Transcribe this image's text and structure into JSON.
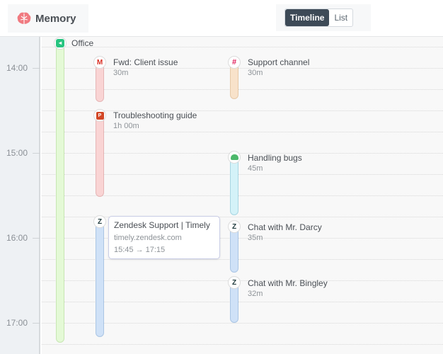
{
  "header": {
    "app_title": "Memory",
    "app_icon": "brain-icon",
    "view_toggle": {
      "options": [
        "Timeline",
        "List"
      ],
      "selected": "Timeline"
    }
  },
  "timeline": {
    "hours": [
      "14:00",
      "15:00",
      "16:00",
      "17:00"
    ],
    "entries": [
      {
        "title": "Office",
        "duration": "",
        "icon": "location-arrow-icon",
        "color": "#e4f9d6"
      },
      {
        "title": "Fwd: Client issue",
        "duration": "30m",
        "icon": "gmail-icon",
        "color": "#f9d4d4"
      },
      {
        "title": "Troubleshooting guide",
        "duration": "1h 00m",
        "icon": "powerpoint-icon",
        "color": "#f9d4d4"
      },
      {
        "title": "Support channel",
        "duration": "30m",
        "icon": "slack-icon",
        "color": "#f8e2ca"
      },
      {
        "title": "Handling bugs",
        "duration": "45m",
        "icon": "bug-icon",
        "color": "#d4f2f8"
      },
      {
        "title": "Chat with Mr. Darcy",
        "duration": "35m",
        "icon": "zendesk-icon",
        "color": "#cfe1f7"
      },
      {
        "title": "Chat with Mr. Bingley",
        "duration": "32m",
        "icon": "zendesk-icon",
        "color": "#cfe1f7"
      },
      {
        "title": "Zendesk Support | Timely",
        "duration": "",
        "icon": "zendesk-icon",
        "color": "#cfe1f7"
      }
    ],
    "tooltip": {
      "title": "Zendesk Support | Timely",
      "url": "timely.zendesk.com",
      "range": "15:45 → 17:15"
    }
  }
}
